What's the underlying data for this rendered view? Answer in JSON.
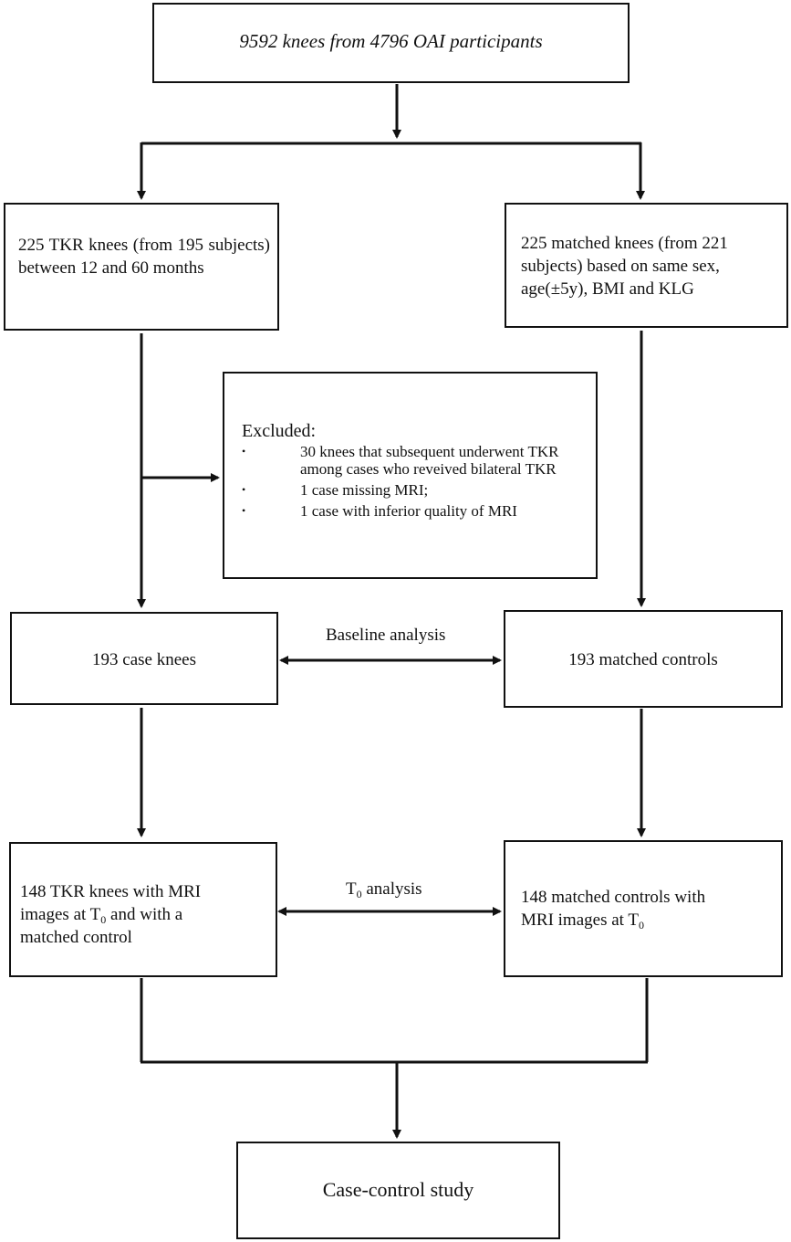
{
  "top": {
    "text": "9592 knees from 4796 OAI participants"
  },
  "tkr": {
    "text": "225 TKR knees (from 195 subjects) between 12 and 60 months"
  },
  "matched": {
    "text": "225 matched knees (from 221 subjects) based on same sex, age(±5y), BMI and KLG"
  },
  "excluded": {
    "title": "Excluded:",
    "items": [
      "30 knees that subsequent underwent TKR among cases who reveived bilateral TKR",
      "1 case missing MRI;",
      "1 case with inferior quality of MRI"
    ]
  },
  "case_knees": {
    "text": "193 case knees"
  },
  "matched_controls": {
    "text": "193 matched controls"
  },
  "baseline": {
    "label": "Baseline analysis"
  },
  "t0": {
    "label_prefix": "T",
    "label_sub": "0",
    "label_suffix": " analysis"
  },
  "tkr_mri": {
    "line1": "148 TKR knees with MRI",
    "line2_prefix": "images at T",
    "line2_sub": "0",
    "line2_suffix": " and with a",
    "line3": "matched control"
  },
  "controls_mri": {
    "line1": "148 matched controls with",
    "line2_prefix": "MRI images at T",
    "line2_sub": "0"
  },
  "final": {
    "text": "Case-control study"
  }
}
